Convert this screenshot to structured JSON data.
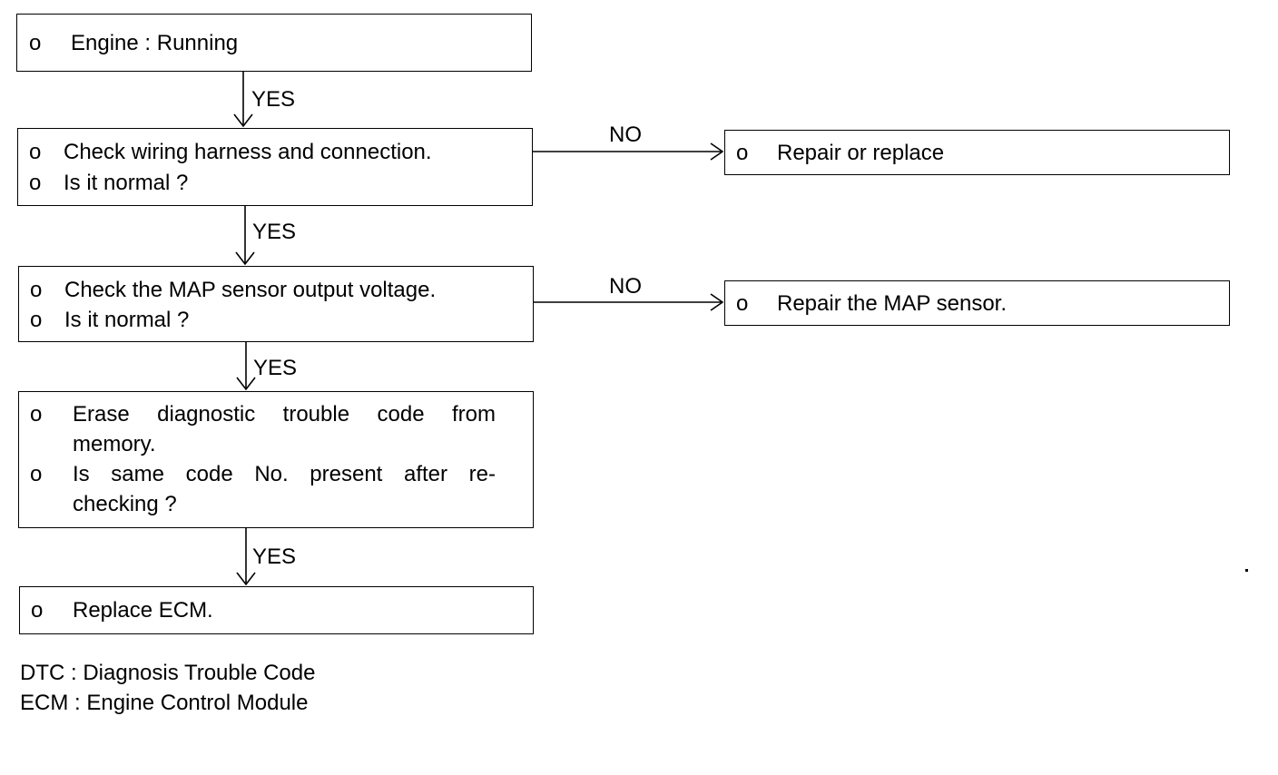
{
  "steps": [
    {
      "bullets": [
        "o"
      ],
      "lines": [
        "Engine : Running"
      ]
    },
    {
      "bullets": [
        "o",
        "o"
      ],
      "lines": [
        "Check wiring harness and connection.",
        "Is it normal ?"
      ]
    },
    {
      "bullets": [
        "o",
        "o"
      ],
      "lines": [
        "Check the MAP sensor output voltage.",
        "Is it normal ?"
      ]
    },
    {
      "bullets": [
        "o",
        "",
        "o",
        ""
      ],
      "lines": [
        "Erase diagnostic trouble code from",
        "memory.",
        "Is same code No. present after re-",
        "checking ?"
      ]
    },
    {
      "bullets": [
        "o"
      ],
      "lines": [
        "Replace ECM."
      ]
    }
  ],
  "branches": [
    {
      "bullet": "o",
      "text": "Repair or replace"
    },
    {
      "bullet": "o",
      "text": "Repair the MAP sensor."
    }
  ],
  "connectors": {
    "yes": "YES",
    "no": "NO"
  },
  "legend": [
    "DTC : Diagnosis Trouble Code",
    "ECM : Engine Control Module"
  ]
}
